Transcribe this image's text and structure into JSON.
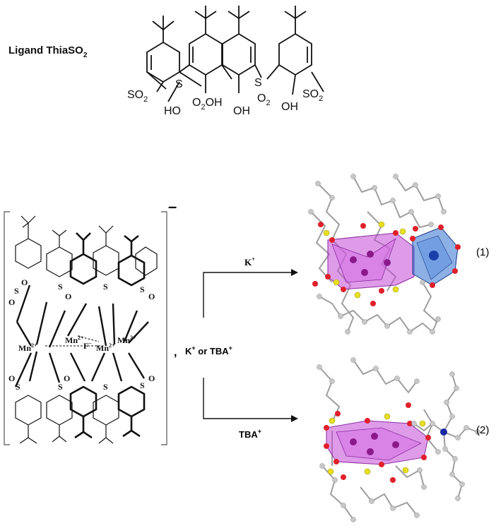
{
  "ligand": {
    "title_main": "Ligand ThiaSO",
    "title_sub": "2",
    "groups": {
      "so2": "SO",
      "sub2": "2",
      "ho": "HO",
      "oh": "OH",
      "o2": "O",
      "s": "S"
    }
  },
  "cluster": {
    "charge": "–",
    "mn2plus": "Mn",
    "sup2plus": "2+",
    "fluoride": "F",
    "minus": "–",
    "s": "S",
    "o": "O"
  },
  "reaction": {
    "comma": ",",
    "reagents_prefix": "K",
    "reagents_mid": " or TBA",
    "plus": "+",
    "upper_reagent": "K",
    "lower_reagent": "TBA"
  },
  "products": {
    "label_1": "(1)",
    "label_2": "(2)"
  },
  "colors": {
    "magenta": "#c24bd6",
    "blue": "#2f6fd0",
    "red": "#e0202a",
    "yellow": "#e8e020",
    "grey": "#bdbdbd",
    "navy": "#1a2aa0"
  }
}
